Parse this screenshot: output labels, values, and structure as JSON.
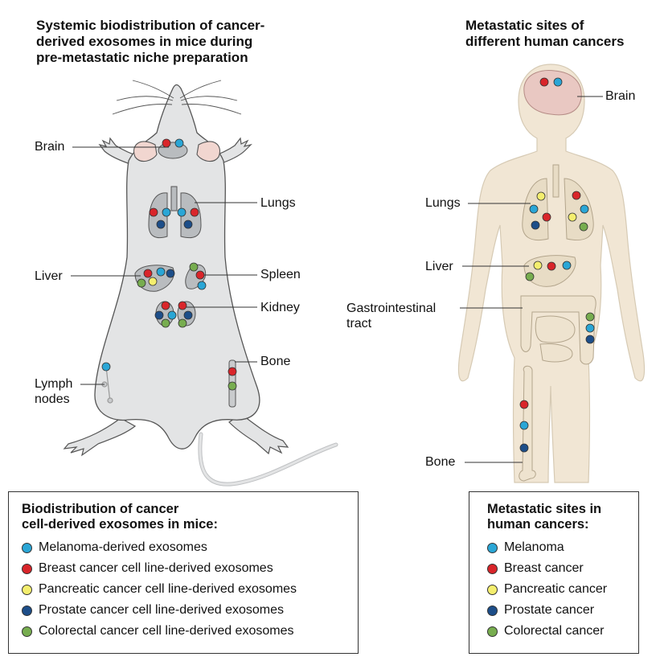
{
  "colors": {
    "melanoma": "#2aa6d6",
    "breast": "#d9252a",
    "pancreatic": "#f4ee6e",
    "prostate": "#1d4e89",
    "colorectal": "#77ad4f"
  },
  "mouse_panel": {
    "title_line1": "Systemic biodistribution of cancer-",
    "title_line2": "derived exosomes in mice during",
    "title_line3": "pre-metastatic niche preparation",
    "labels": {
      "brain": "Brain",
      "lungs": "Lungs",
      "liver": "Liver",
      "spleen": "Spleen",
      "kidney": "Kidney",
      "bone": "Bone",
      "lymph_line1": "Lymph",
      "lymph_line2": "nodes"
    }
  },
  "human_panel": {
    "title_line1": "Metastatic sites of",
    "title_line2": "different human cancers",
    "labels": {
      "brain": "Brain",
      "lungs": "Lungs",
      "liver": "Liver",
      "gi_line1": "Gastrointestinal",
      "gi_line2": "tract",
      "bone": "Bone"
    }
  },
  "legend_mouse": {
    "title_line1": "Biodistribution of cancer",
    "title_line2": "cell-derived exosomes in mice:",
    "items": [
      {
        "label": "Melanoma-derived exosomes",
        "color": "#2aa6d6"
      },
      {
        "label": "Breast cancer cell line-derived exosomes",
        "color": "#d9252a"
      },
      {
        "label": "Pancreatic cancer cell line-derived exosomes",
        "color": "#f4ee6e"
      },
      {
        "label": "Prostate cancer cell line-derived exosomes",
        "color": "#1d4e89"
      },
      {
        "label": "Colorectal cancer cell line-derived exosomes",
        "color": "#77ad4f"
      }
    ]
  },
  "legend_human": {
    "title_line1": "Metastatic sites in",
    "title_line2": "human cancers:",
    "items": [
      {
        "label": "Melanoma",
        "color": "#2aa6d6"
      },
      {
        "label": "Breast cancer",
        "color": "#d9252a"
      },
      {
        "label": "Pancreatic cancer",
        "color": "#f4ee6e"
      },
      {
        "label": "Prostate cancer",
        "color": "#1d4e89"
      },
      {
        "label": "Colorectal cancer",
        "color": "#77ad4f"
      }
    ]
  }
}
